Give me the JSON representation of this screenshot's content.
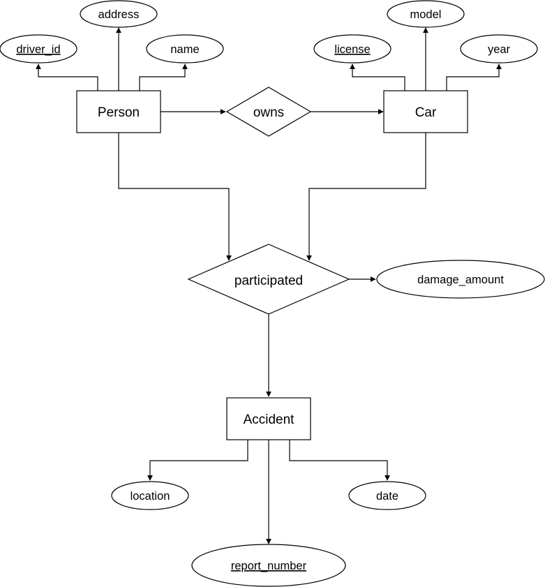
{
  "colors": {
    "stroke": "#000000",
    "fill": "#ffffff"
  },
  "entities": {
    "person": "Person",
    "car": "Car",
    "accident": "Accident"
  },
  "relationships": {
    "owns": "owns",
    "participated": "participated"
  },
  "attributes": {
    "driver_id": "driver_id",
    "address": "address",
    "name": "name",
    "license": "license",
    "model": "model",
    "year": "year",
    "damage_amount": "damage_amount",
    "location": "location",
    "date": "date",
    "report_number": "report_number"
  }
}
